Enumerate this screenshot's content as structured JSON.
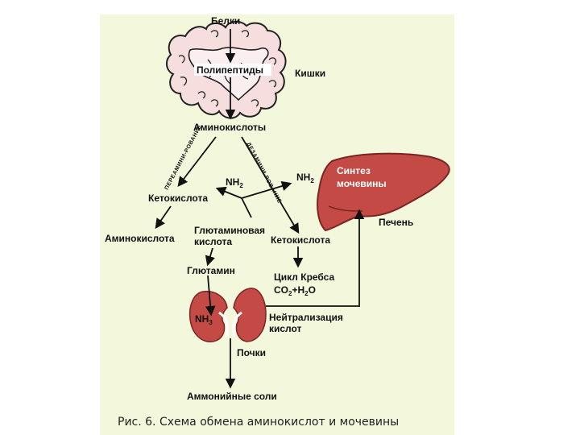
{
  "labels": {
    "proteins": "Белки",
    "polypeptides": "Полипептиды",
    "intestines": "Кишки",
    "amino_acids": "Аминокислоты",
    "transamination": "ПЕРЕАМИНИ-РОВАНИЕ",
    "deamination": "ДЕЗАМИНИ-РОВАНИЕ",
    "nh2_left": "NH",
    "nh2_right": "NH",
    "nh_sub": "2",
    "keto_acid_left": "Кетокислота",
    "amino_acid_out": "Аминокислота",
    "glutamic_acid_line1": "Глютаминовая",
    "glutamic_acid_line2": "кислота",
    "keto_acid_right": "Кетокислота",
    "glutamine": "Глютамин",
    "krebs_line1": "Цикл Кребса",
    "krebs_co2": "CO",
    "krebs_sub2": "2",
    "krebs_plus": "+H",
    "krebs_o": "O",
    "urea_line1": "Синтез",
    "urea_line2": "мочевины",
    "liver": "Печень",
    "nh3": "NH",
    "nh3_sub": "3",
    "neutralization_line1": "Нейтрализация",
    "neutralization_line2": "кислот",
    "kidneys": "Почки",
    "ammonium_salts": "Аммонийные соли",
    "caption": "Рис. 6. Схема обмена аминокислот и мочевины"
  },
  "colors": {
    "panel_bg": "#f3f7db",
    "organ_red": "#c44b45",
    "organ_dark": "#8a2a27",
    "intestine_fill": "#f6dede",
    "intestine_stroke": "#222222"
  }
}
